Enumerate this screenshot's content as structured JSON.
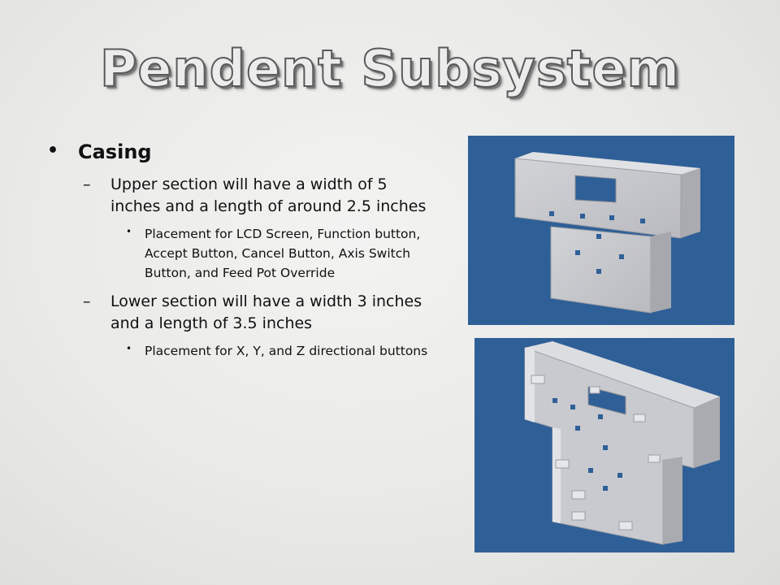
{
  "slide": {
    "title": "Pendent Subsystem"
  },
  "bullets": {
    "casing": "Casing",
    "upper": "Upper section will have a width of 5 inches and a length of around 2.5 inches",
    "upper_detail": "Placement for LCD Screen, Function button, Accept Button, Cancel Button, Axis Switch Button, and Feed Pot Override",
    "lower": "Lower section will have a width 3 inches and a length of 3.5 inches",
    "lower_detail": "Placement for X, Y, and Z directional buttons"
  },
  "glyphs": {
    "bullet_round": "•",
    "bullet_dash": "–"
  },
  "colors": {
    "panel_bg": "#2f5f97",
    "model_gray": "#c8c8cc"
  }
}
